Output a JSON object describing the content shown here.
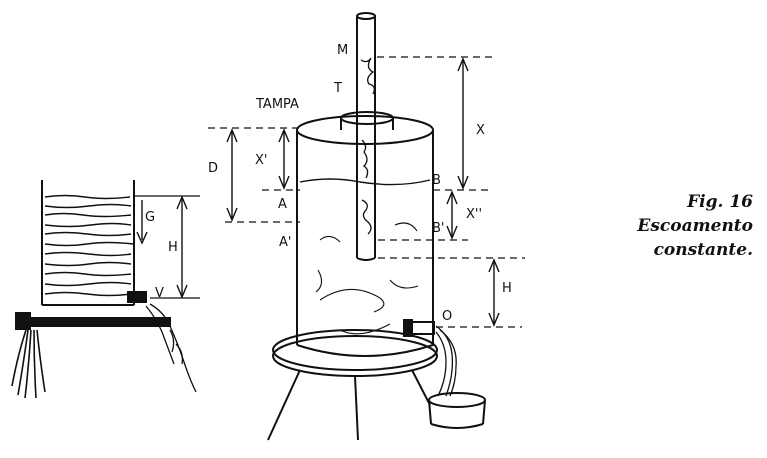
{
  "labels": {
    "M": "M",
    "T": "T",
    "tampa": "TAMPA",
    "X": "X",
    "X_prime": "X'",
    "D": "D",
    "A": "A",
    "A_prime": "A'",
    "B": "B",
    "B_prime": "B'",
    "X_double_prime": "X''",
    "H_right": "H",
    "O": "O",
    "G": "G",
    "H_left": "H",
    "V": "V"
  },
  "caption": {
    "fig": "Fig. 16",
    "line1": "Escoamento",
    "line2": "constante."
  }
}
